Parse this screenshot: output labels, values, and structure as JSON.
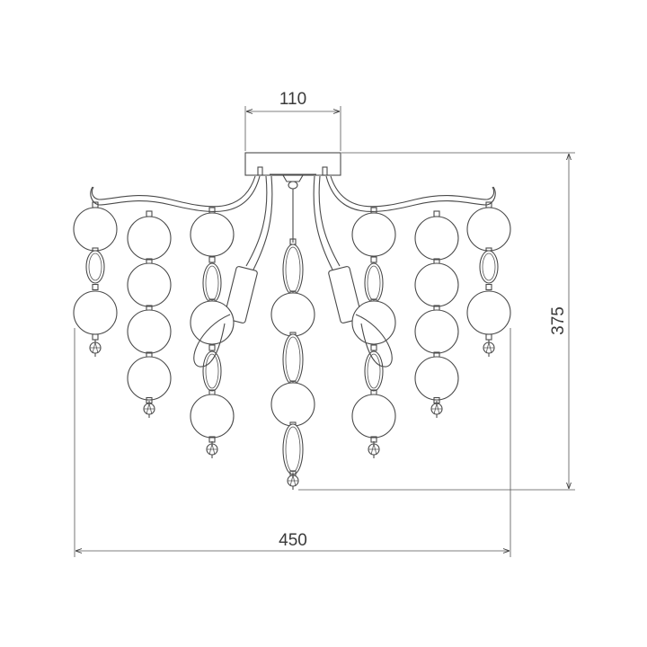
{
  "dimensions": {
    "canopy_width": "110",
    "total_width": "450",
    "total_height": "375"
  },
  "colors": {
    "line": "#4a4a4a",
    "text": "#3a3a3a",
    "background": "#ffffff"
  }
}
